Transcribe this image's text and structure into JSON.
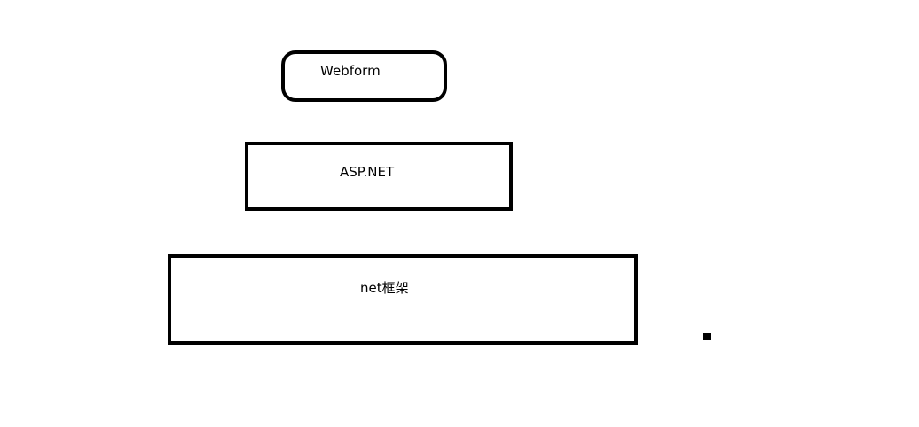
{
  "diagram": {
    "layers": [
      {
        "label": "Webform"
      },
      {
        "label": "ASP.NET"
      },
      {
        "label": "net框架"
      }
    ]
  }
}
